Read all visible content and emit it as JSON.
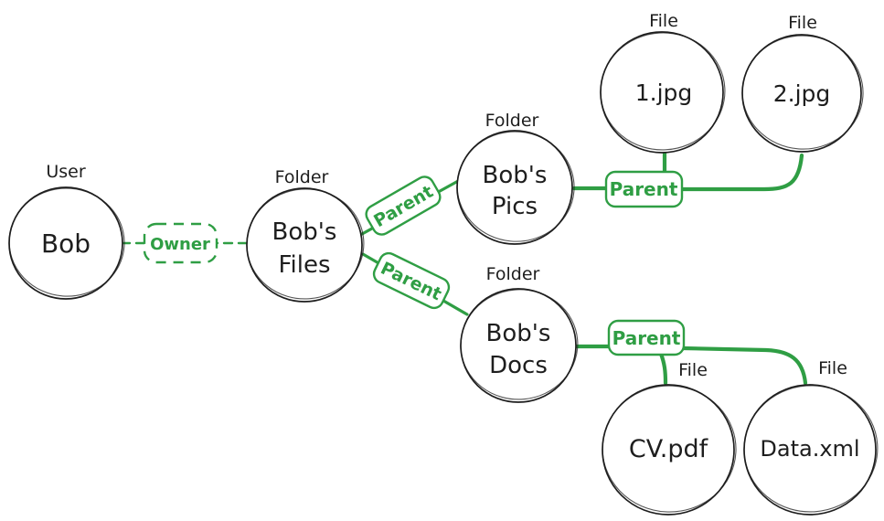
{
  "diagram": {
    "description": "Hand-drawn graph of a user and a file hierarchy",
    "colors": {
      "edge_green": "#2f9e44",
      "ink": "#1e1e1e",
      "background": "#ffffff"
    },
    "nodes": [
      {
        "id": "bob",
        "type_label": "User",
        "lines": [
          "Bob"
        ]
      },
      {
        "id": "bobs-files",
        "type_label": "Folder",
        "lines": [
          "Bob's",
          "Files"
        ]
      },
      {
        "id": "bobs-pics",
        "type_label": "Folder",
        "lines": [
          "Bob's",
          "Pics"
        ]
      },
      {
        "id": "file-1jpg",
        "type_label": "File",
        "lines": [
          "1.jpg"
        ]
      },
      {
        "id": "file-2jpg",
        "type_label": "File",
        "lines": [
          "2.jpg"
        ]
      },
      {
        "id": "bobs-docs",
        "type_label": "Folder",
        "lines": [
          "Bob's",
          "Docs"
        ]
      },
      {
        "id": "file-cvpdf",
        "type_label": "File",
        "lines": [
          "CV.pdf"
        ]
      },
      {
        "id": "file-dataxml",
        "type_label": "File",
        "lines": [
          "Data.xml"
        ]
      }
    ],
    "edges": [
      {
        "from": "Bob",
        "to": "Bob's Files",
        "label": "Owner",
        "style": "dashed"
      },
      {
        "from": "Bob's Files",
        "to": "Bob's Pics",
        "label": "Parent",
        "style": "solid"
      },
      {
        "from": "Bob's Files",
        "to": "Bob's Docs",
        "label": "Parent",
        "style": "solid"
      },
      {
        "from": "Bob's Pics",
        "to": "1.jpg",
        "label": "Parent",
        "style": "solid"
      },
      {
        "from": "Bob's Pics",
        "to": "2.jpg",
        "label": "Parent",
        "style": "solid"
      },
      {
        "from": "Bob's Docs",
        "to": "CV.pdf",
        "label": "Parent",
        "style": "solid"
      },
      {
        "from": "Bob's Docs",
        "to": "Data.xml",
        "label": "Parent",
        "style": "solid"
      }
    ]
  }
}
